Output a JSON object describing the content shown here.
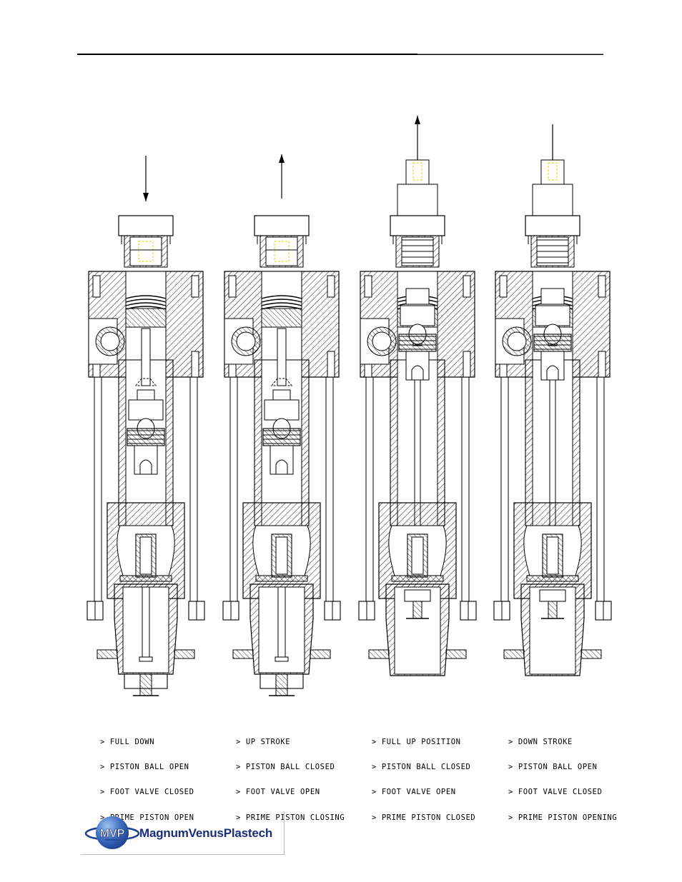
{
  "captions": [
    [
      "> FULL DOWN",
      "> PISTON BALL OPEN",
      "> FOOT VALVE CLOSED",
      "> PRIME PISTON OPEN"
    ],
    [
      "> UP STROKE",
      "> PISTON BALL CLOSED",
      "> FOOT VALVE OPEN",
      "> PRIME PISTON CLOSING"
    ],
    [
      "> FULL UP POSITION",
      "> PISTON BALL CLOSED",
      "> FOOT VALVE OPEN",
      "> PRIME PISTON CLOSED"
    ],
    [
      "> DOWN STROKE",
      "> PISTON BALL OPEN",
      "> FOOT VALVE CLOSED",
      "> PRIME PISTON OPENING"
    ]
  ],
  "logo": {
    "mark": "MVP",
    "name": "MagnumVenusPlastech"
  },
  "colors": {
    "line": "#000000",
    "hidden_detail": "#e6d000",
    "logo_blue": "#1b2d7a",
    "globe_light": "#9fc3ee",
    "globe_dark": "#1c3f8f"
  },
  "arrow_directions": [
    "down",
    "up",
    "up",
    "down"
  ]
}
